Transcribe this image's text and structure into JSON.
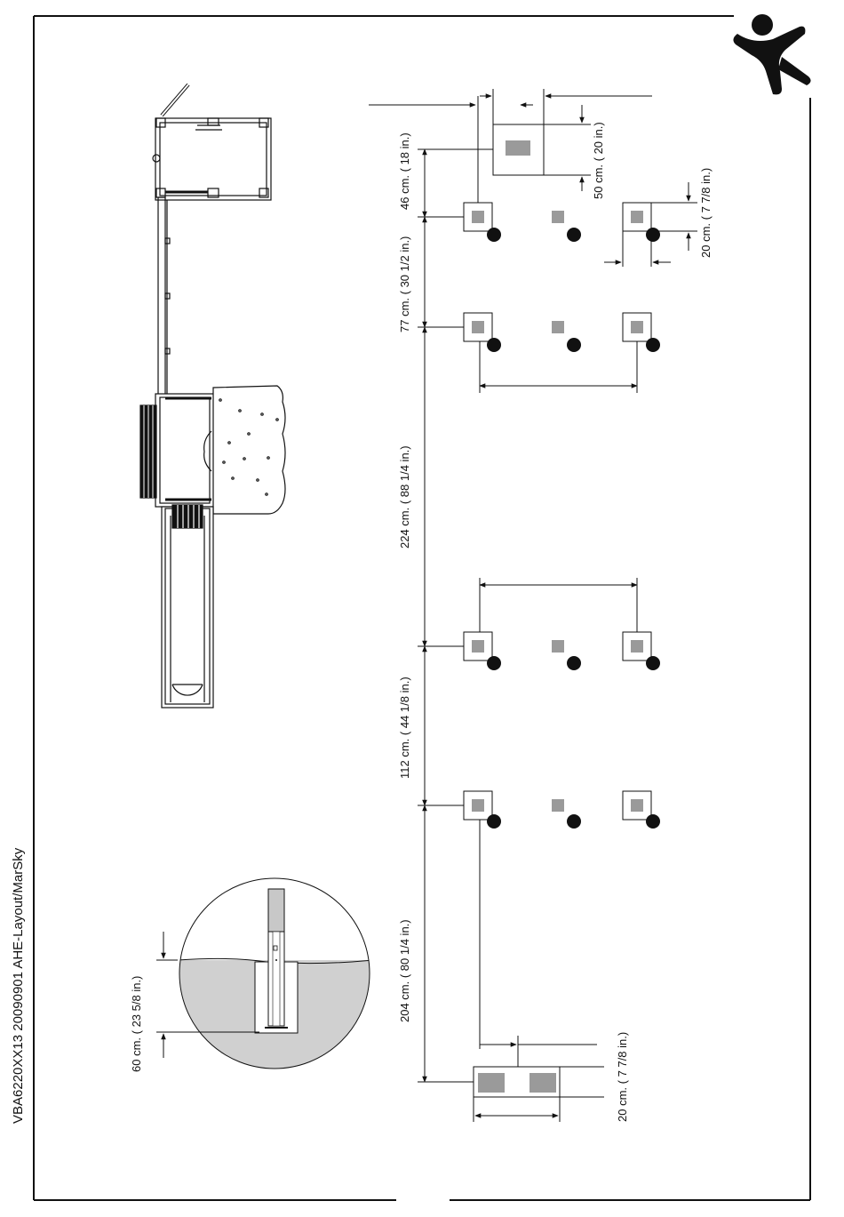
{
  "document": {
    "code": "VBA6220XX13 20090901 AHE-Layout/MarSky"
  },
  "logo": {
    "name": "kid-jumping-logo-icon"
  },
  "dimensions": {
    "top_anchor_depth": "46 cm. ( 18 in.)",
    "gap_1": "77 cm. ( 30 1/2 in.)",
    "gap_2": "224 cm. ( 88 1/4 in.)",
    "gap_3": "112 cm. ( 44 1/8 in.)",
    "gap_4": "204 cm. ( 80 1/4 in.)",
    "top_anchor_size": "50 cm. ( 20 in.)",
    "post_offset_top": "20 cm. ( 7 7/8 in.)",
    "bottom_anchor_offset": "20 cm. ( 7 7/8 in.)",
    "footing_depth": "60 cm. ( 23 5/8 in.)"
  },
  "colors": {
    "line": "#111111",
    "footing_fill": "#9a9a9a",
    "soil_fill": "#d0d0d0"
  }
}
